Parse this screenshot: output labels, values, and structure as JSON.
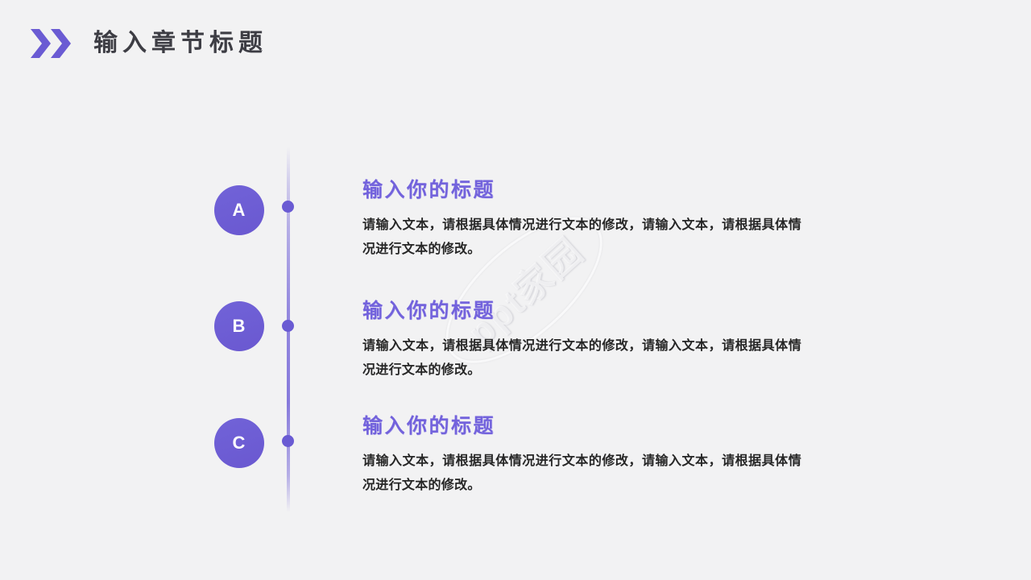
{
  "slide": {
    "bg_color": "#f2f2f3",
    "accent_color": "#6a5bd3",
    "section_title_color": "#7363dc",
    "heading_color": "#3d3d44",
    "body_color": "#262626"
  },
  "header": {
    "title": "输入章节标题",
    "icon": "double-chevron-right-icon"
  },
  "watermark": {
    "text": "ppt家园"
  },
  "timeline": {
    "items": [
      {
        "badge": "A",
        "title": "输入你的标题",
        "body": "请输入文本，请根据具体情况进行文本的修改，请输入文本，请根据具体情况进行文本的修改。"
      },
      {
        "badge": "B",
        "title": "输入你的标题",
        "body": "请输入文本，请根据具体情况进行文本的修改，请输入文本，请根据具体情况进行文本的修改。"
      },
      {
        "badge": "C",
        "title": "输入你的标题",
        "body": "请输入文本，请根据具体情况进行文本的修改，请输入文本，请根据具体情况进行文本的修改。"
      }
    ]
  }
}
